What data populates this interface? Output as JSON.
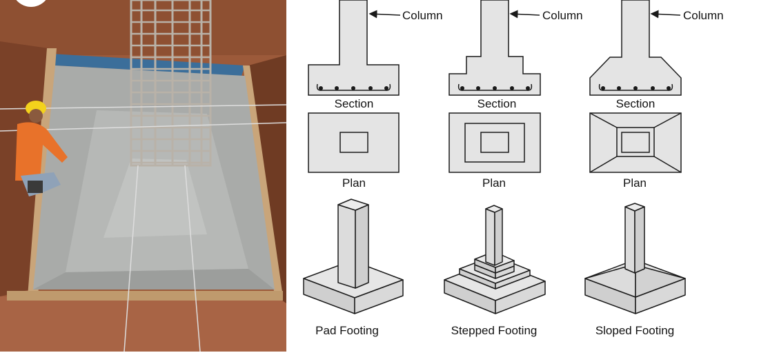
{
  "labels": {
    "column": "Column",
    "section": "Section",
    "plan": "Plan"
  },
  "footings": [
    {
      "name": "Pad Footing"
    },
    {
      "name": "Stepped Footing"
    },
    {
      "name": "Sloped Footing"
    }
  ],
  "colors": {
    "concrete_light": "#e4e4e4",
    "concrete_mid": "#cfcfcf",
    "line": "#1a1a1a",
    "soil": "#9c5a3a",
    "wet_concrete": "#a9aba9",
    "worker_shirt": "#e8722a",
    "helmet": "#f3d21c",
    "rebar": "#b9b2a8"
  }
}
